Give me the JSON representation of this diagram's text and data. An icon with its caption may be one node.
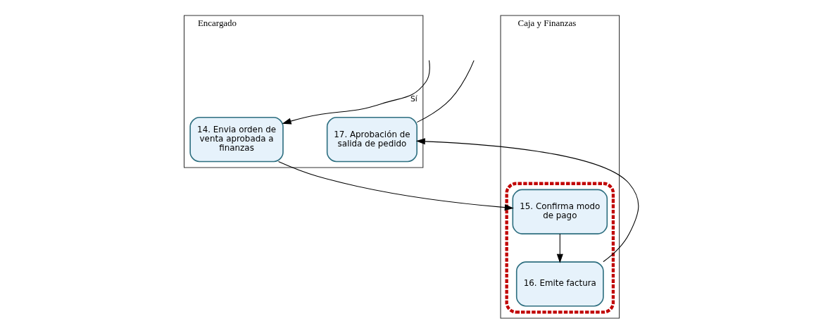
{
  "diagram": {
    "nodes": [
      {
        "text": [
          "Encargado"
        ]
      },
      {
        "text": [
          "14. Envia orden de venta aprobada a finanzas"
        ],
        "in": 0
      },
      {
        "text": [
          "17. Aprobación de salida de pedido"
        ],
        "in": 0
      },
      {
        "text": [
          "Caja y Finanzas"
        ]
      },
      {
        "text": [],
        "shape": "box",
        "in": 3
      },
      {
        "text": [
          "15. Confirma modo de pago"
        ],
        "in": 4
      },
      {
        "text": [
          "16. Emite factura"
        ],
        "in": 4
      }
    ],
    "edges": [
      {
        "from": null,
        "to": 1,
        "arrow": "to",
        "label": "Sí"
      },
      {
        "from": null,
        "to": 2,
        "arrow": "none"
      },
      {
        "from": 1,
        "to": 5,
        "arrow": "to"
      },
      {
        "from": 5,
        "to": 6,
        "arrow": "to"
      },
      {
        "from": 6,
        "to": 2,
        "arrow": "to"
      }
    ]
  }
}
